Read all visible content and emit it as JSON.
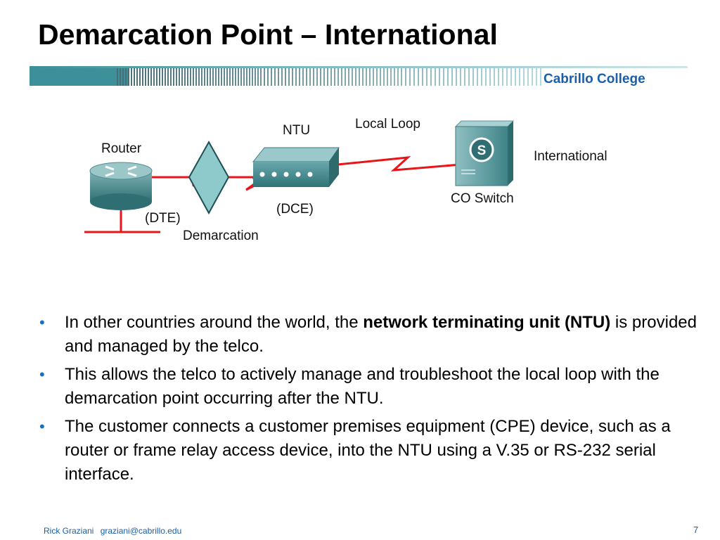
{
  "slide": {
    "title": "Demarcation Point – International",
    "college": "Cabrillo College",
    "page_number": "7"
  },
  "diagram": {
    "router_label": "Router",
    "dte_label": "(DTE)",
    "demarcation_label": "Demarcation",
    "ntu_label": "NTU",
    "dce_label": "(DCE)",
    "local_loop_label": "Local Loop",
    "international_label": "International",
    "co_switch_label": "CO Switch",
    "switch_badge": "S"
  },
  "bullets": [
    {
      "pre": "In other countries around the world, the ",
      "bold": "network terminating unit (NTU)",
      "post": " is provided and managed by the telco."
    },
    {
      "text": "This allows the telco to actively manage and troubleshoot the local loop with the demarcation point occurring after the NTU."
    },
    {
      "text": "The customer connects a customer premises equipment (CPE) device, such as a router or frame relay access device, into the NTU using a V.35 or RS-232 serial interface."
    }
  ],
  "footer": {
    "author": "Rick Graziani",
    "email": "graziani@cabrillo.edu"
  },
  "colors": {
    "title": "#000000",
    "accent_blue": "#1a5fa8",
    "bullet": "#1a6fbf",
    "serial_line": "#e8151b",
    "teal": "#3e8c8c",
    "banner_teal": "#4a9ea6"
  },
  "icons": [
    "router-icon",
    "demarcation-diamond-icon",
    "ntu-device-icon",
    "co-switch-icon"
  ]
}
